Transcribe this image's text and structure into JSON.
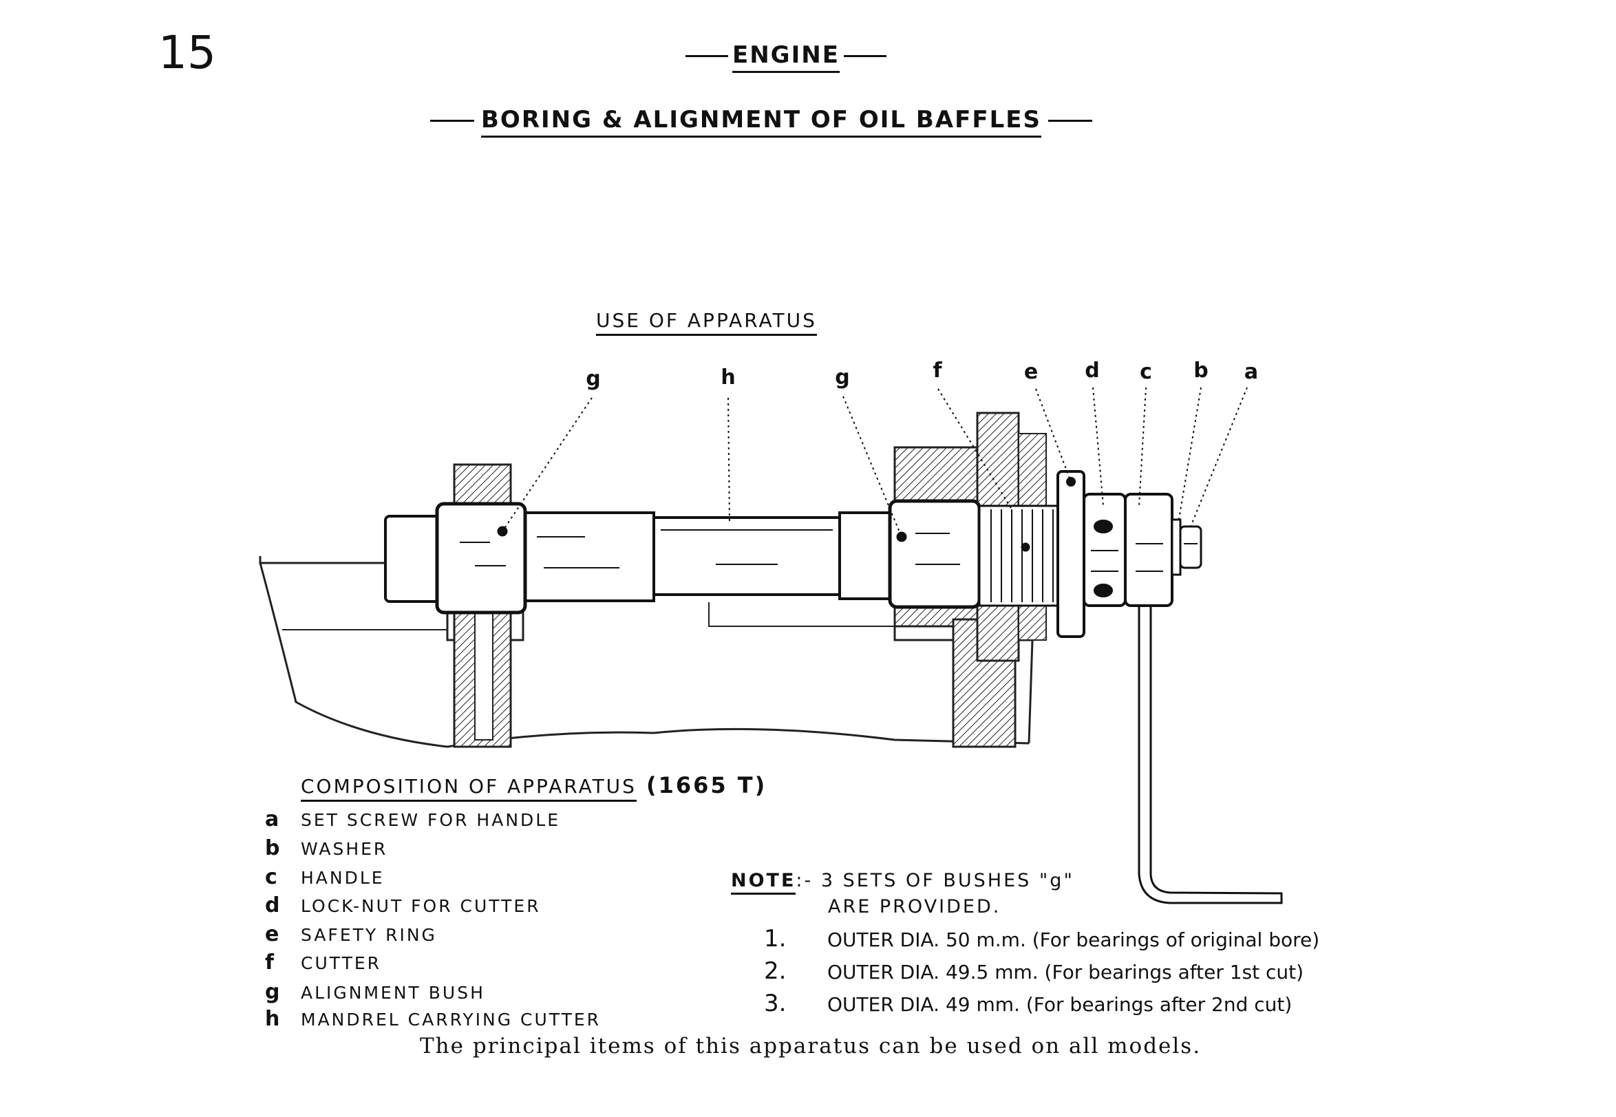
{
  "page_number": "15",
  "section_title": "ENGINE",
  "page_title": "BORING & ALIGNMENT OF OIL BAFFLES",
  "diagram": {
    "caption": "USE OF APPARATUS",
    "part_labels": [
      "g",
      "h",
      "g",
      "f",
      "e",
      "d",
      "c",
      "b",
      "a"
    ]
  },
  "composition": {
    "title": "COMPOSITION OF APPARATUS",
    "model": "(1665 T)",
    "items": [
      {
        "letter": "a",
        "text": "SET SCREW FOR HANDLE"
      },
      {
        "letter": "b",
        "text": "WASHER"
      },
      {
        "letter": "c",
        "text": "HANDLE"
      },
      {
        "letter": "d",
        "text": "LOCK-NUT FOR CUTTER"
      },
      {
        "letter": "e",
        "text": "SAFETY RING"
      },
      {
        "letter": "f",
        "text": "CUTTER"
      },
      {
        "letter": "g",
        "text": "ALIGNMENT BUSH"
      },
      {
        "letter": "h",
        "text": "MANDREL CARRYING CUTTER"
      }
    ]
  },
  "note": {
    "label": "NOTE",
    "line1": ":- 3 SETS OF BUSHES \"g\"",
    "line2": "ARE PROVIDED.",
    "items": [
      {
        "num": "1.",
        "text": "OUTER DIA. 50 m.m. (For bearings of original bore)"
      },
      {
        "num": "2.",
        "text": "OUTER DIA. 49.5 mm. (For bearings after 1st cut)"
      },
      {
        "num": "3.",
        "text": "OUTER DIA. 49 mm. (For bearings after 2nd cut)"
      }
    ]
  },
  "footer": "The principal items of this apparatus can be used on all models."
}
